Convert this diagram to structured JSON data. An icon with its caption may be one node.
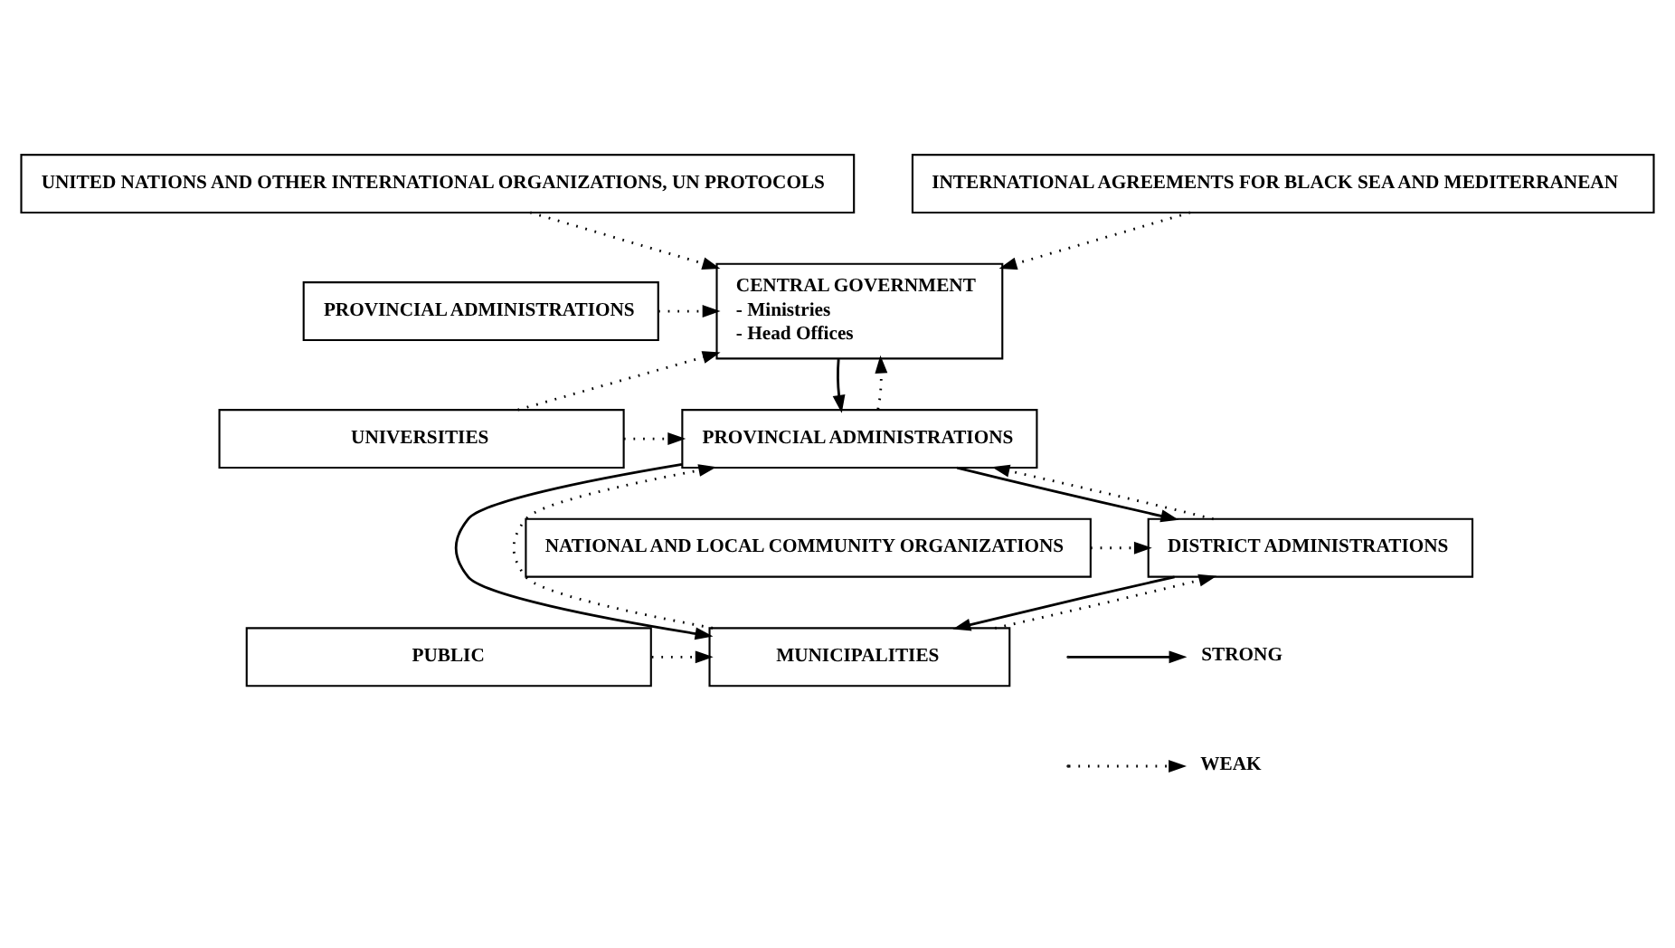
{
  "diagram": {
    "nodes": [
      {
        "text": [
          "UNITED NATIONS AND OTHER INTERNATIONAL ORGANIZATIONS, UN PROTOCOLS"
        ]
      },
      {
        "text": [
          "INTERNATIONAL AGREEMENTS FOR BLACK SEA AND MEDITERRANEAN"
        ]
      },
      {
        "text": [
          "CENTRAL GOVERNMENT",
          "- Ministries",
          "- Head Offices"
        ]
      },
      {
        "text": [
          "PROVINCIAL ADMINISTRATIONS"
        ]
      },
      {
        "text": [
          "PROVINCIAL ADMINISTRATIONS"
        ]
      },
      {
        "text": [
          "UNIVERSITIES"
        ]
      },
      {
        "text": [
          "NATIONAL AND LOCAL COMMUNITY ORGANIZATIONS"
        ]
      },
      {
        "text": [
          "DISTRICT ADMINISTRATIONS"
        ]
      },
      {
        "text": [
          "PUBLIC"
        ]
      },
      {
        "text": [
          "MUNICIPALITIES"
        ]
      }
    ],
    "edges": [
      {
        "from": 0,
        "to": 2,
        "arrow": "to",
        "style": "dashed"
      },
      {
        "from": 1,
        "to": 2,
        "arrow": "to",
        "style": "dashed"
      },
      {
        "from": 5,
        "to": 2,
        "arrow": "to",
        "style": "dashed"
      },
      {
        "from": 3,
        "to": 2,
        "arrow": "to",
        "style": "dashed"
      },
      {
        "from": 2,
        "to": 4,
        "arrow": "to"
      },
      {
        "from": 4,
        "to": 2,
        "arrow": "to",
        "style": "dashed"
      },
      {
        "from": 5,
        "to": 4,
        "arrow": "to",
        "style": "dashed"
      },
      {
        "from": 9,
        "to": 4,
        "arrow": "to",
        "style": "dashed"
      },
      {
        "from": 4,
        "to": 7,
        "arrow": "to"
      },
      {
        "from": 7,
        "to": 4,
        "arrow": "to",
        "style": "dashed"
      },
      {
        "from": 6,
        "to": 7,
        "arrow": "to",
        "style": "dashed"
      },
      {
        "from": 7,
        "to": 9,
        "arrow": "to"
      },
      {
        "from": 9,
        "to": 7,
        "arrow": "to",
        "style": "dashed"
      },
      {
        "from": 4,
        "to": 9,
        "arrow": "to"
      },
      {
        "from": 8,
        "to": 9,
        "arrow": "to",
        "style": "dashed"
      }
    ],
    "legend": [
      {
        "text": "STRONG"
      },
      {
        "text": "WEAK"
      }
    ]
  }
}
